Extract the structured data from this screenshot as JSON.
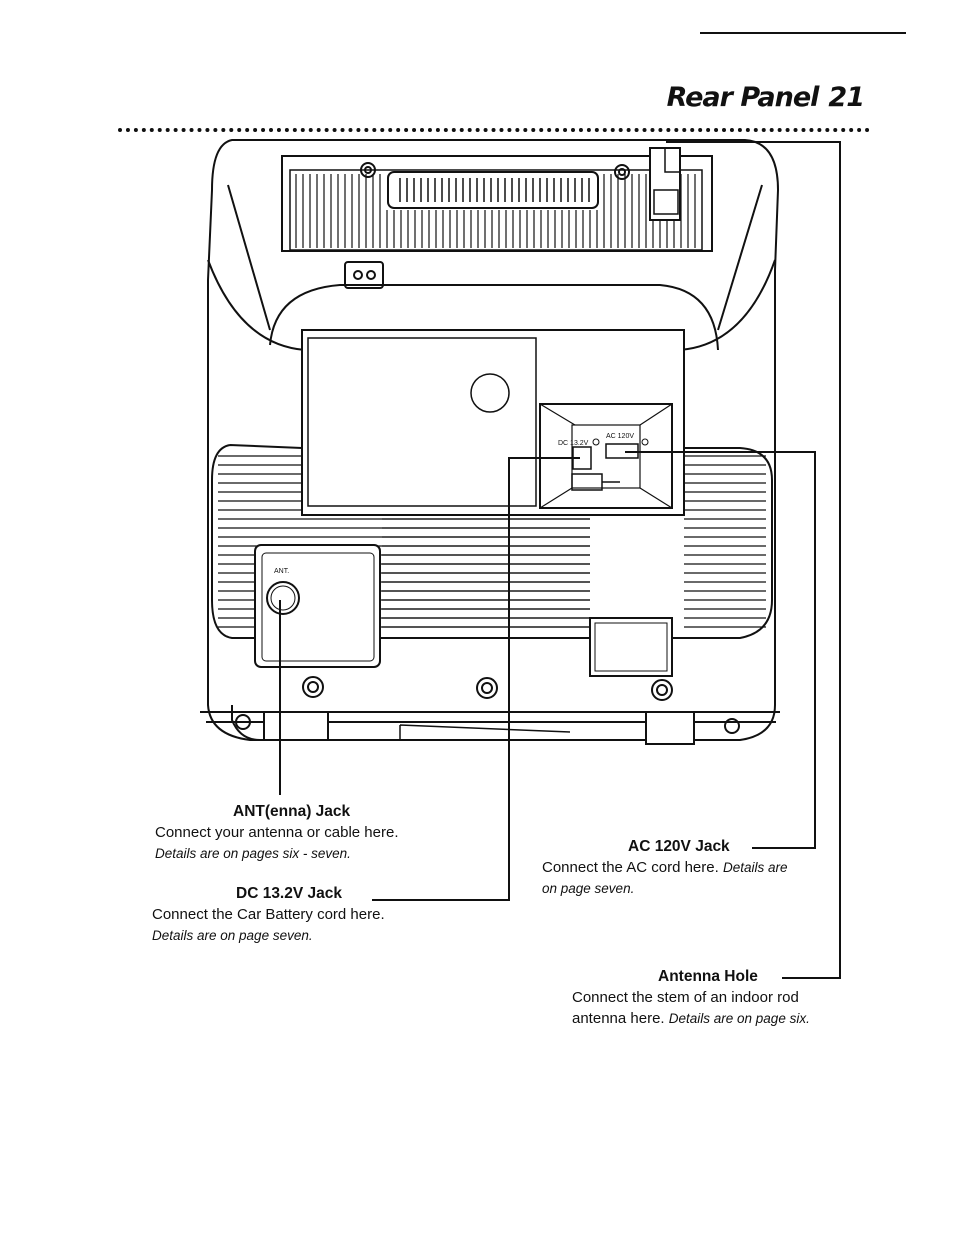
{
  "header": {
    "title": "Rear Panel",
    "page_number": "21"
  },
  "figure": {
    "ant_label": "ANT.",
    "dc_label": "DC 13.2V",
    "ac_label": "AC 120V"
  },
  "callouts": {
    "ant": {
      "title": "ANT(enna) Jack",
      "body": "Connect your antenna or cable here.",
      "detail": "Details are on pages six - seven."
    },
    "dc": {
      "title": "DC 13.2V Jack",
      "body": "Connect the Car Battery cord here.",
      "detail": "Details are on page seven."
    },
    "ac": {
      "title": "AC 120V Jack",
      "body": "Connect the AC cord here.",
      "detail_inline": "Details are",
      "detail": "on page seven."
    },
    "antenna_hole": {
      "title": "Antenna Hole",
      "body": "Connect the stem of an indoor rod",
      "body2": "antenna here.",
      "detail": "Details are on page six."
    }
  }
}
